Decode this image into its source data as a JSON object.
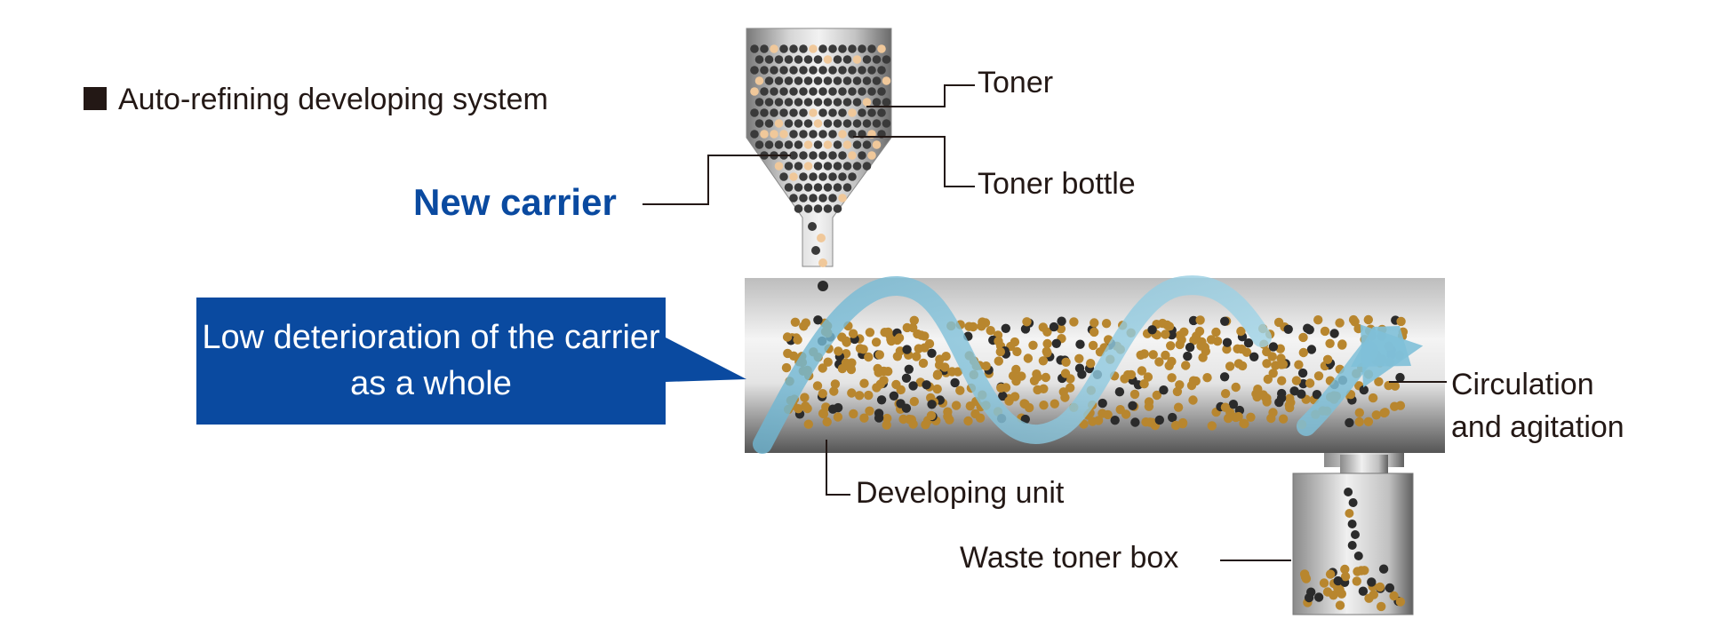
{
  "title": "Auto-refining developing system",
  "labels": {
    "new_carrier": "New carrier",
    "toner": "Toner",
    "toner_bottle": "Toner bottle",
    "circulation": "Circulation and agitation",
    "developing_unit": "Developing unit",
    "waste_toner_box": "Waste toner box"
  },
  "callout": "Low deterioration of the carrier as a whole",
  "colors": {
    "blue": "#0a4aa0",
    "arrow": "#7fc0d8",
    "carrier_particle": "#b8862e",
    "toner_particle": "#2b2b2b",
    "new_carrier_particle": "#f0c89a"
  }
}
